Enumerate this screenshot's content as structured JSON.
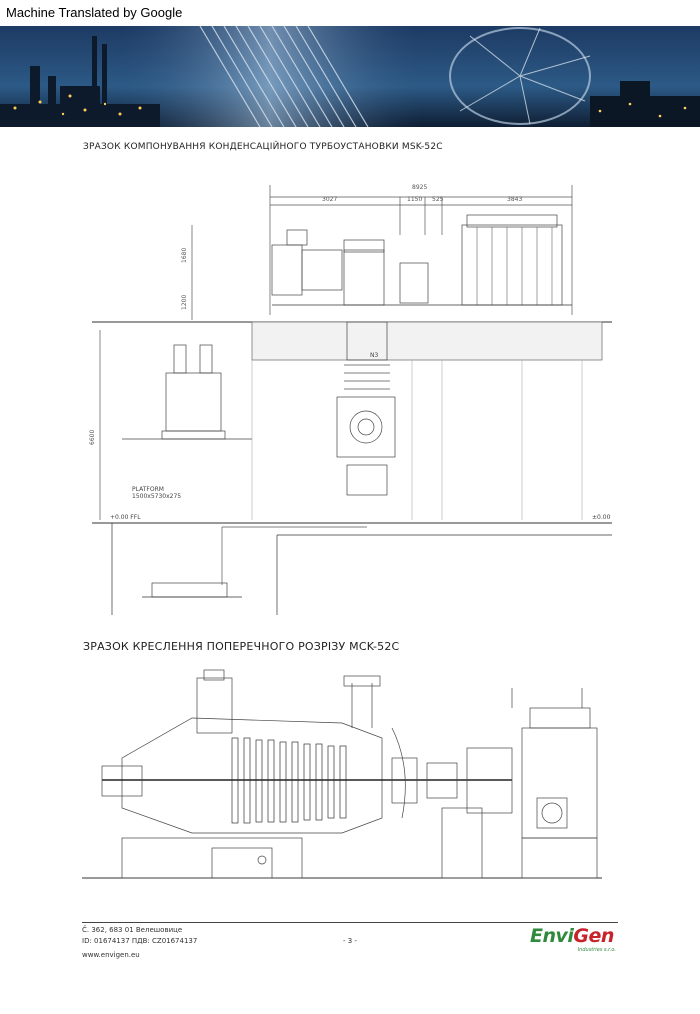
{
  "header": {
    "translation_note": "Machine Translated by Google"
  },
  "sections": {
    "layout_title": "ЗРАЗОК КОМПОНУВАННЯ КОНДЕНСАЦІЙНОГО ТУРБОУСТАНОВКИ MSK-52C",
    "cross_section_title": "ЗРАЗОК КРЕСЛЕННЯ ПОПЕРЕЧНОГО РОЗРІЗУ MCK-52C"
  },
  "drawing_layout": {
    "dim_total": "8925",
    "dim_a": "3027",
    "dim_b": "1150",
    "dim_c": "525",
    "dim_d": "3843",
    "dim_v1": "1680",
    "dim_v2": "1200",
    "dim_v3": "6600",
    "platform_label": "PLATFORM",
    "platform_dims": "1500x5730x275",
    "floor_left": "+0.00 FFL",
    "floor_right": "±0.00",
    "n3_label": "N3"
  },
  "footer": {
    "address": "Č. 362, 683 01 Велешовице",
    "ids": "ID: 01674137 ПДВ: CZ01674137",
    "website": "www.envigen.eu",
    "page": "- 3 -",
    "logo_envi": "Envi",
    "logo_gen": "Gen",
    "logo_sub": "Industries s.r.o."
  }
}
